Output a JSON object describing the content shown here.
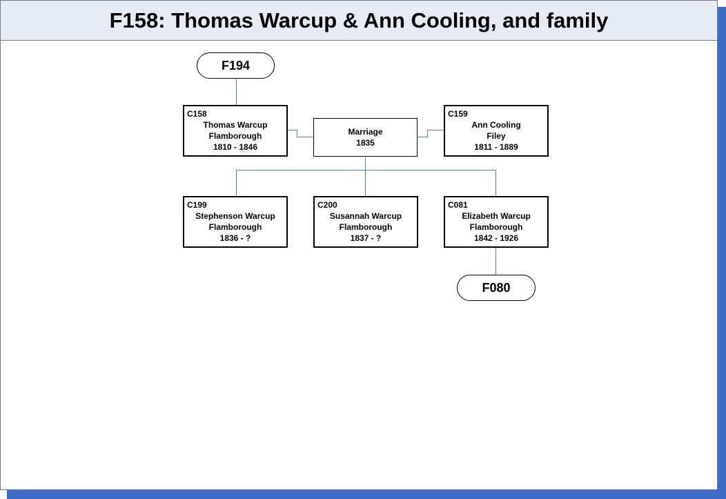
{
  "title": "F158: Thomas Warcup & Ann Cooling, and family",
  "family_links": {
    "parent_family": "F194",
    "child_family": "F080"
  },
  "husband": {
    "code": "C158",
    "name": "Thomas Warcup",
    "place": "Flamborough",
    "dates": "1810 - 1846"
  },
  "wife": {
    "code": "C159",
    "name": "Ann Cooling",
    "place": "Filey",
    "dates": "1811 - 1889"
  },
  "marriage": {
    "label": "Marriage",
    "year": "1835"
  },
  "children": [
    {
      "code": "C199",
      "name": "Stephenson Warcup",
      "place": "Flamborough",
      "dates": "1836 - ?"
    },
    {
      "code": "C200",
      "name": "Susannah Warcup",
      "place": "Flamborough",
      "dates": "1837 - ?"
    },
    {
      "code": "C081",
      "name": "Elizabeth Warcup",
      "place": "Flamborough",
      "dates": "1842 - 1926"
    }
  ],
  "colors": {
    "connector": "#4f81bd",
    "shadow": "#3c6cc6",
    "title_background": "#e6ebf6"
  }
}
